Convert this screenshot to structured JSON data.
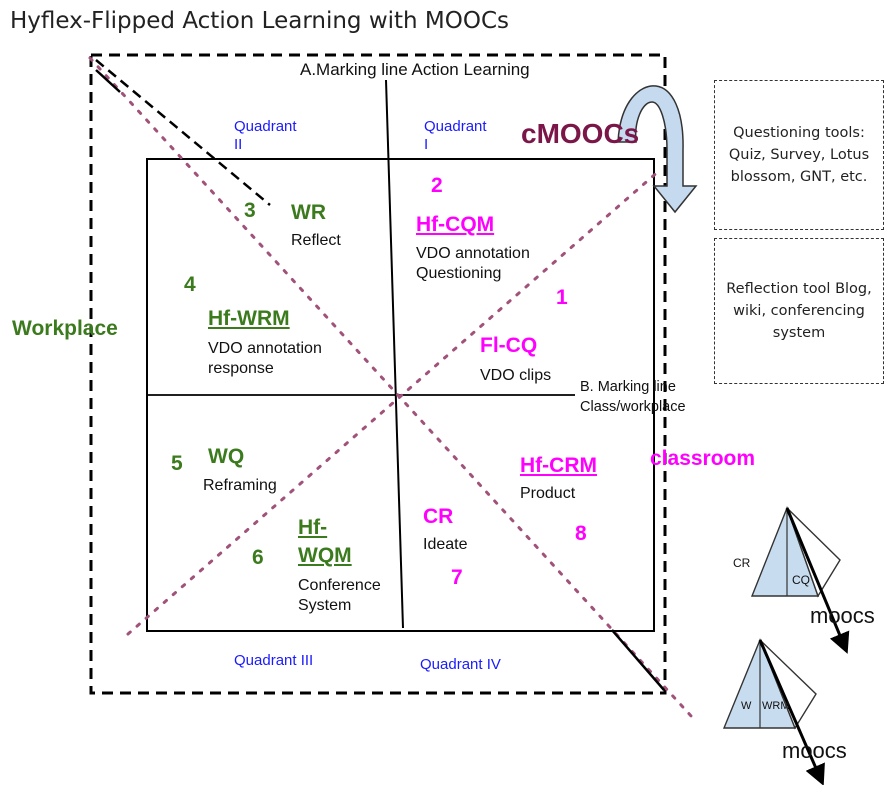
{
  "title": "Hyflex-Flipped Action Learning with MOOCs",
  "marking_line_a": "A.Marking  line Action Learning",
  "marking_line_b": {
    "line1": "B. Marking  line",
    "line2": "Class/workplace"
  },
  "quadrants": {
    "q1": {
      "line1": "Quadrant",
      "line2": "I"
    },
    "q2": {
      "line1": "Quadrant",
      "line2": "II"
    },
    "q3": "Quadrant III",
    "q4": "Quadrant IV"
  },
  "cmoocs": "cMOOCs",
  "workplace": "Workplace",
  "classroom": "classroom",
  "numbers": {
    "n1": "1",
    "n2": "2",
    "n3": "3",
    "n4": "4",
    "n5": "5",
    "n6": "6",
    "n7": "7",
    "n8": "8"
  },
  "modes": {
    "wr": {
      "code": "WR",
      "desc": "Reflect"
    },
    "hf_wrm": {
      "code": "Hf-WRM",
      "desc": "VDO annotation response"
    },
    "hf_cqm": {
      "code": "Hf-CQM",
      "desc": "VDO annotation Questioning"
    },
    "fl_cq": {
      "code": "Fl-CQ",
      "desc": "VDO clips"
    },
    "wq": {
      "code": "WQ",
      "desc": "Reframing"
    },
    "hf_wqm": {
      "code_line1": "Hf-",
      "code_line2": "WQM",
      "desc": "Conference System"
    },
    "cr": {
      "code": "CR",
      "desc": "Ideate"
    },
    "hf_crm": {
      "code": "Hf-CRM",
      "desc": "Product"
    }
  },
  "side_boxes": {
    "questioning": "Questioning tools: Quiz, Survey, Lotus blossom, GNT, etc.",
    "reflection": "Reflection tool Blog, wiki, conferencing system"
  },
  "pyramids": {
    "top": {
      "left": "CR",
      "right": "CQ",
      "label": "moocs"
    },
    "bottom": {
      "left": "W",
      "right": "WRM",
      "label": "moocs"
    }
  },
  "colors": {
    "green": "#3c7a1e",
    "magenta": "#ff00ff",
    "blue": "#1a1aff",
    "maroon": "#7a1648",
    "dots": "#a0527a",
    "arrow_fill": "#c5d9ef",
    "pyramid_fill": "#c8dcef"
  }
}
